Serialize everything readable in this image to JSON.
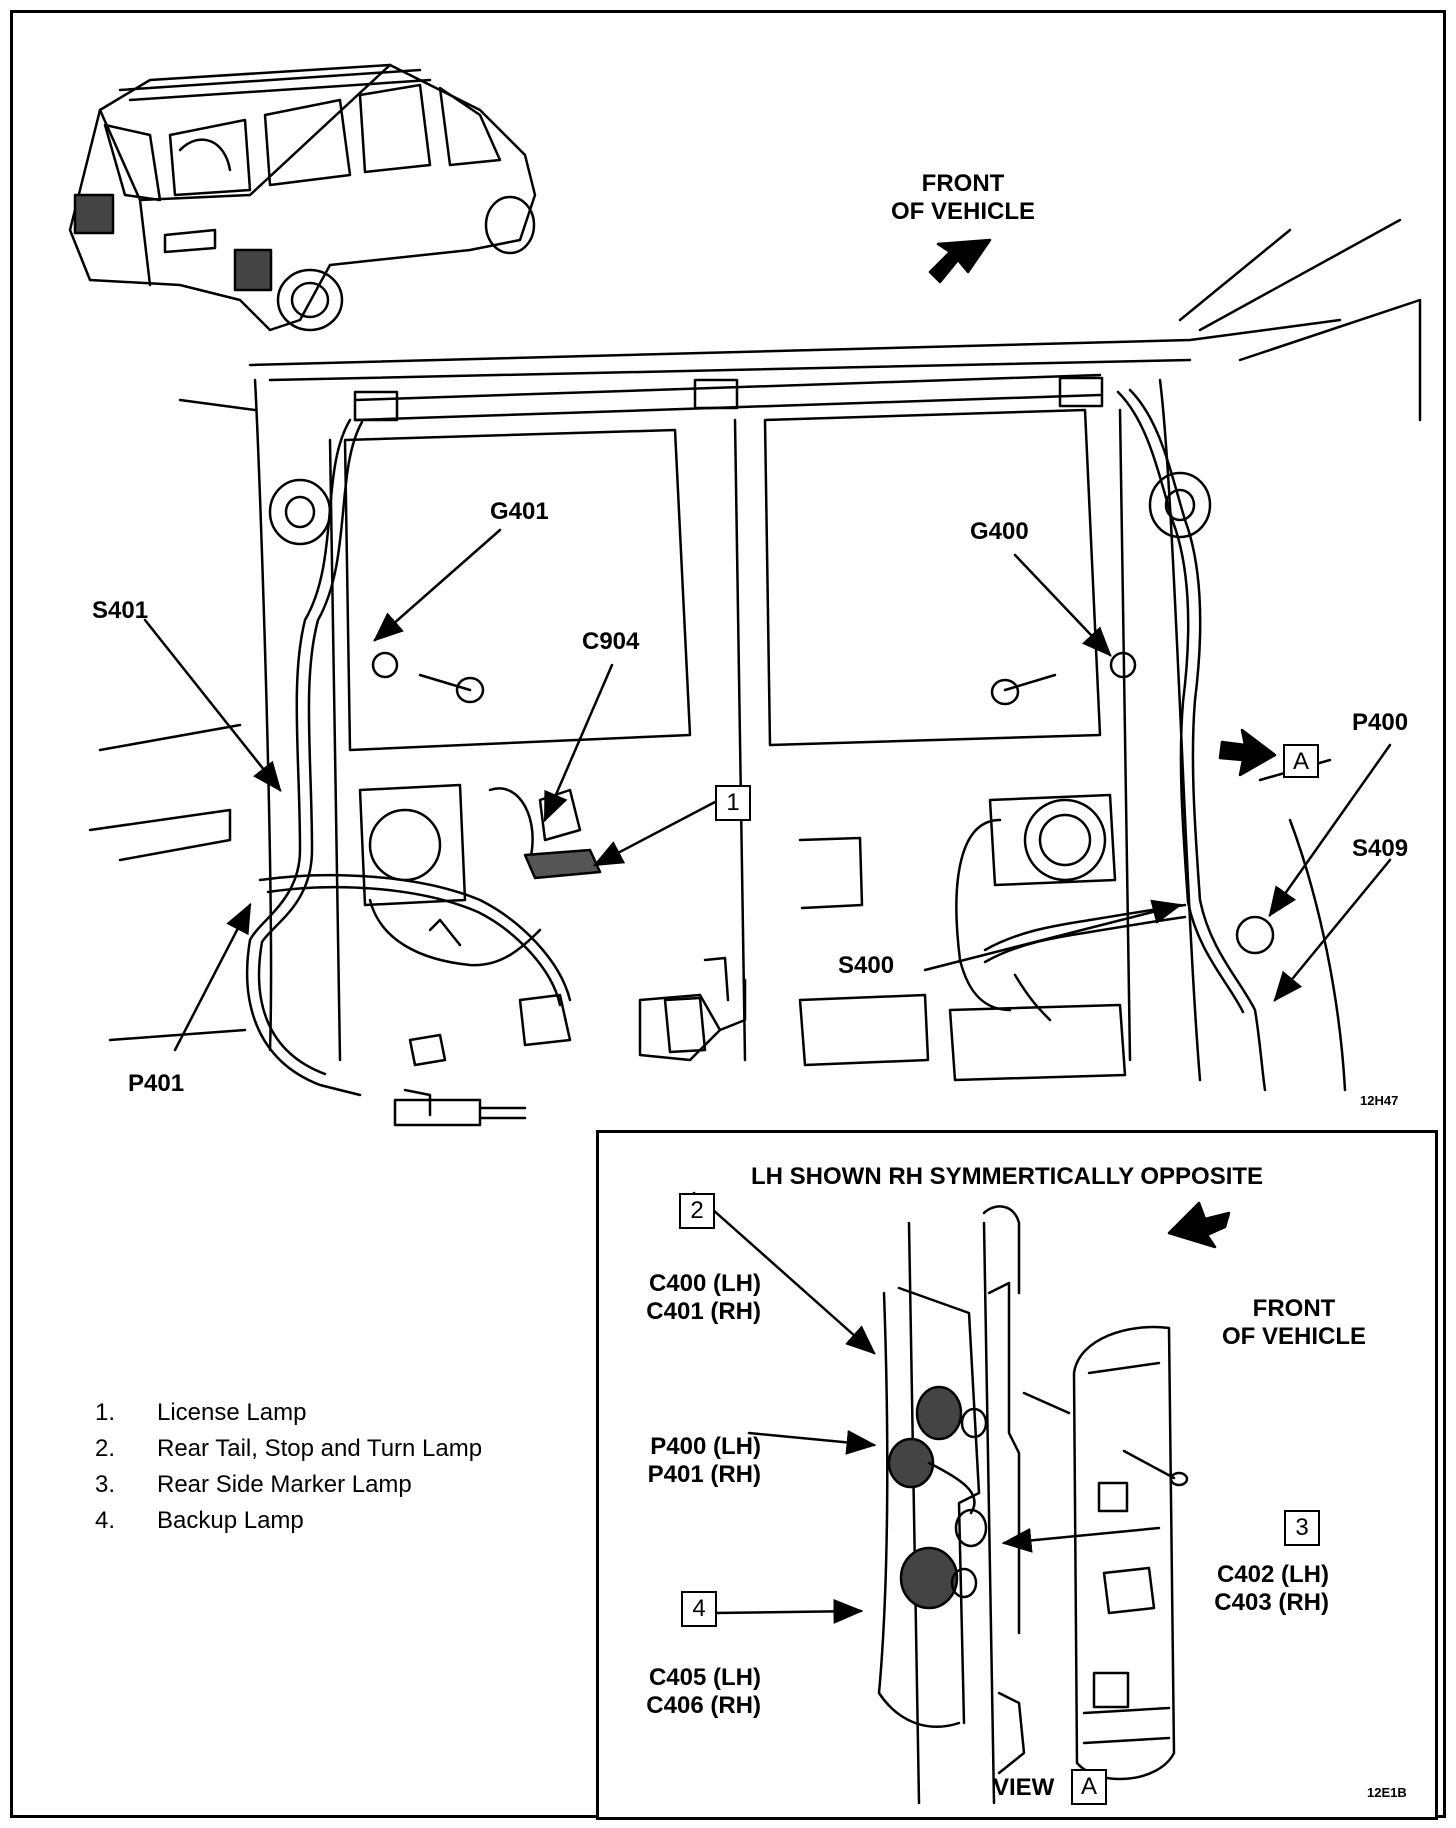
{
  "main_view": {
    "front_label": [
      "FRONT",
      "OF VEHICLE"
    ],
    "labels": {
      "g401": "G401",
      "g400": "G400",
      "s401": "S401",
      "c904": "C904",
      "p400": "P400",
      "s409": "S409",
      "s400": "S400",
      "p401": "P401",
      "callout_1": "1",
      "callout_a": "A"
    },
    "figure_code": "12H47"
  },
  "legend": [
    {
      "num": "1.",
      "text": "License Lamp"
    },
    {
      "num": "2.",
      "text": "Rear Tail, Stop and Turn Lamp"
    },
    {
      "num": "3.",
      "text": "Rear Side Marker Lamp"
    },
    {
      "num": "4.",
      "text": "Backup Lamp"
    }
  ],
  "inset": {
    "title": "LH SHOWN RH SYMMERTICALLY OPPOSITE",
    "front_label": [
      "FRONT",
      "OF VEHICLE"
    ],
    "callout_2": "2",
    "c400": "C400 (LH)",
    "c401": "C401 (RH)",
    "p400": "P400 (LH)",
    "p401": "P401 (RH)",
    "callout_3": "3",
    "c402": "C402 (LH)",
    "c403": "C403 (RH)",
    "callout_4": "4",
    "c405": "C405 (LH)",
    "c406": "C406 (RH)",
    "view_label": "VIEW",
    "view_box": "A",
    "figure_code": "12E1B"
  }
}
